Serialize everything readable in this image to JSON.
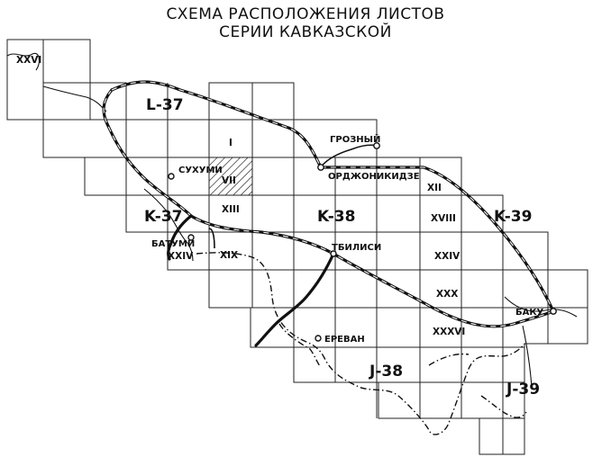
{
  "title": {
    "line1": "СХЕМА РАСПОЛОЖЕНИЯ ЛИСТОВ",
    "line2": "СЕРИИ КАВКАЗСКОЙ"
  },
  "sheets": {
    "l37": "L-37",
    "k37": "K-37",
    "k38": "K-38",
    "k39": "K-39",
    "j38": "J-38",
    "j39": "J-39"
  },
  "sheet_numbers": {
    "xxvi": "XXVI",
    "i": "I",
    "vii": "VII",
    "xii": "XII",
    "xiii": "XIII",
    "xviii": "XVIII",
    "xix": "XIX",
    "xxiv_left": "XXIV",
    "xxiv_right": "XXIV",
    "xxx": "XXX",
    "xxxvi": "XXXVI"
  },
  "cities": {
    "grozny": "ГРОЗНЫЙ",
    "ordzhonikidze": "ОРДЖОНИКИДЗЕ",
    "sukhumi": "СУХУМИ",
    "batumi": "БАТУМИ",
    "tbilisi": "ТБИЛИСИ",
    "baku": "БАКУ",
    "erevan": "ЕРЕВАН"
  },
  "highlighted_sheet": "VII"
}
